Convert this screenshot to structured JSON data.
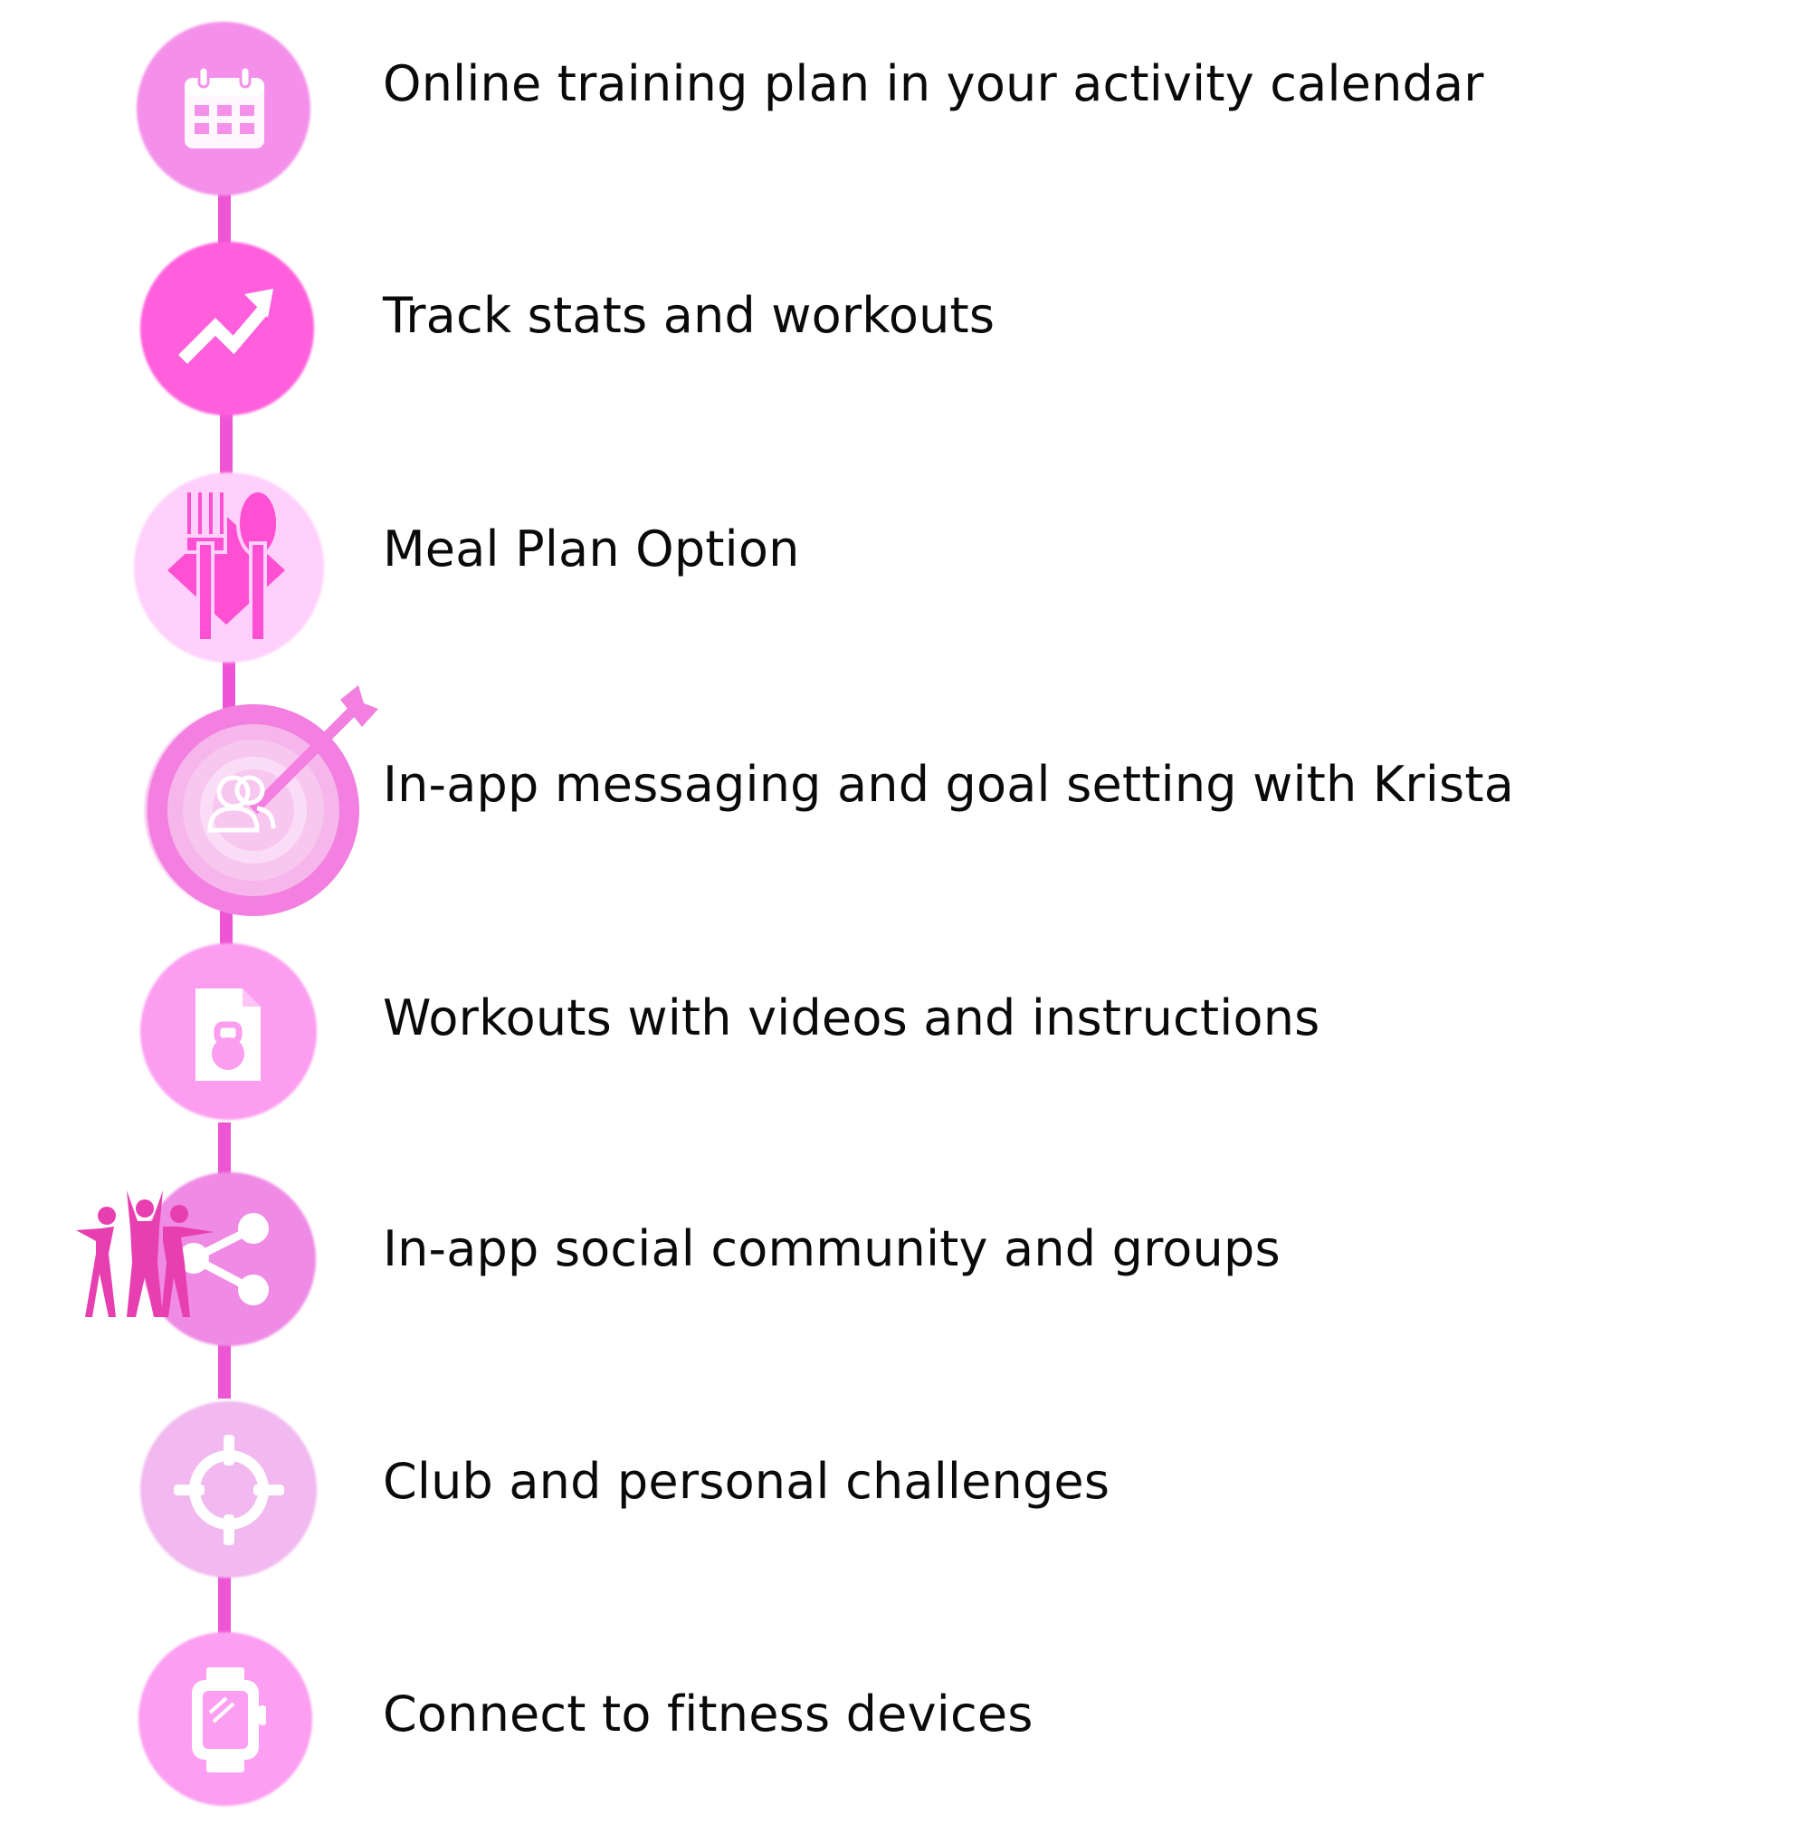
{
  "features": [
    {
      "label": "Online training plan in your activity calendar",
      "icon": "calendar-icon",
      "color": "#f490ea"
    },
    {
      "label": "Track stats and workouts",
      "icon": "trending-up-icon",
      "color": "#ff5fdc"
    },
    {
      "label": "Meal Plan Option",
      "icon": "fork-spoon-icon",
      "color": "#ffd0fb"
    },
    {
      "label": "In-app messaging and goal setting with Krista",
      "icon": "target-arrow-icon",
      "color": "#f6b6ec"
    },
    {
      "label": "Workouts with videos and instructions",
      "icon": "kettlebell-document-icon",
      "color": "#fc9df0"
    },
    {
      "label": "In-app social community and groups",
      "icon": "share-icon",
      "color": "#ef8ae5"
    },
    {
      "label": "Club and personal challenges",
      "icon": "crosshair-icon",
      "color": "#f1b9ef"
    },
    {
      "label": "Connect to fitness devices",
      "icon": "smartwatch-icon",
      "color": "#fc9ef1"
    }
  ],
  "colors": {
    "connector": "#ee55d4",
    "accent": "#e83fb0",
    "text": "#0a0a0a"
  }
}
